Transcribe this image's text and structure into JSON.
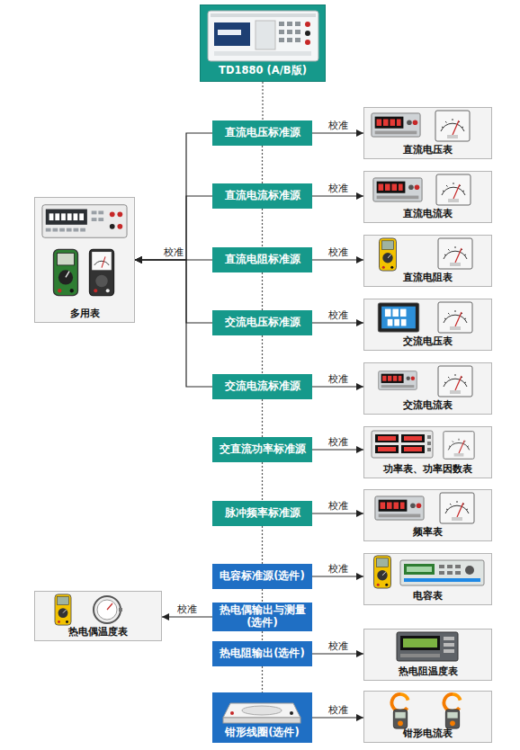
{
  "diagram": {
    "nodes": [
      {
        "text": [
          "TD1880 (A/B版)"
        ]
      },
      {
        "text": [
          "直流电压标准源"
        ]
      },
      {
        "text": [
          "直流电压表"
        ]
      },
      {
        "text": [
          "直流电流标准源"
        ]
      },
      {
        "text": [
          "直流电流表"
        ]
      },
      {
        "text": [
          "直流电阻标准源"
        ]
      },
      {
        "text": [
          "直流电阻表"
        ]
      },
      {
        "text": [
          "多用表"
        ]
      },
      {
        "text": [
          "交流电压标准源"
        ]
      },
      {
        "text": [
          "交流电压表"
        ]
      },
      {
        "text": [
          "交流电流标准源"
        ]
      },
      {
        "text": [
          "交流电流表"
        ]
      },
      {
        "text": [
          "交直流功率标准源"
        ]
      },
      {
        "text": [
          "功率表、功率因数表"
        ]
      },
      {
        "text": [
          "脉冲频率标准源"
        ]
      },
      {
        "text": [
          "频率表"
        ]
      },
      {
        "text": [
          "电容标准源(选件)"
        ]
      },
      {
        "text": [
          "电容表"
        ]
      },
      {
        "text": [
          "热电偶温度表"
        ]
      },
      {
        "text": [
          "热电偶输出与测量 (选件)"
        ]
      },
      {
        "text": [
          "热电阻输出(选件)"
        ]
      },
      {
        "text": [
          "热电阻温度表"
        ]
      },
      {
        "text": [
          "钳形线圈(选件)"
        ]
      },
      {
        "text": [
          "钳形电流表"
        ]
      }
    ],
    "edges": [
      {
        "from": 1,
        "to": 2,
        "label": "校准",
        "arrow": "to"
      },
      {
        "from": 3,
        "to": 4,
        "label": "校准",
        "arrow": "to"
      },
      {
        "from": 5,
        "to": 6,
        "label": "校准",
        "arrow": "to"
      },
      {
        "from": 8,
        "to": 9,
        "label": "校准",
        "arrow": "to"
      },
      {
        "from": 10,
        "to": 11,
        "label": "校准",
        "arrow": "to"
      },
      {
        "from": 12,
        "to": 13,
        "label": "校准",
        "arrow": "to"
      },
      {
        "from": 14,
        "to": 15,
        "label": "校准",
        "arrow": "to"
      },
      {
        "from": 16,
        "to": 17,
        "label": "校准",
        "arrow": "to"
      },
      {
        "from": 19,
        "to": 18,
        "label": "校准",
        "arrow": "to"
      },
      {
        "from": 20,
        "to": 21,
        "label": "校准",
        "arrow": "to"
      },
      {
        "from": 22,
        "to": 23,
        "label": "校准",
        "arrow": "to"
      },
      {
        "from": 1,
        "to": 7,
        "arrow": "to"
      },
      {
        "from": 3,
        "to": 7,
        "arrow": "to"
      },
      {
        "from": 5,
        "to": 7,
        "label": "校准",
        "arrow": "to"
      },
      {
        "from": 8,
        "to": 7,
        "arrow": "to"
      },
      {
        "from": 10,
        "to": 7,
        "arrow": "to"
      },
      {
        "from": 0,
        "to": 1,
        "arrow": "none"
      },
      {
        "from": 1,
        "to": 3,
        "arrow": "none"
      },
      {
        "from": 3,
        "to": 5,
        "arrow": "none"
      },
      {
        "from": 5,
        "to": 8,
        "arrow": "none"
      },
      {
        "from": 8,
        "to": 10,
        "arrow": "none"
      },
      {
        "from": 10,
        "to": 12,
        "arrow": "none"
      },
      {
        "from": 12,
        "to": 14,
        "arrow": "none"
      },
      {
        "from": 14,
        "to": 16,
        "arrow": "none"
      },
      {
        "from": 16,
        "to": 19,
        "arrow": "none"
      },
      {
        "from": 19,
        "to": 20,
        "arrow": "none"
      },
      {
        "from": 20,
        "to": 22,
        "arrow": "none"
      }
    ]
  }
}
